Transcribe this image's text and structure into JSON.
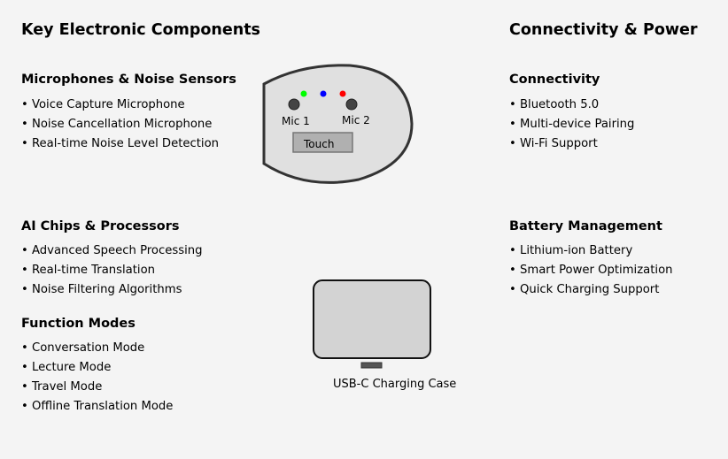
{
  "left": {
    "title": "Key Electronic Components",
    "sections": [
      {
        "heading": "Microphones & Noise Sensors",
        "items": [
          "Voice Capture Microphone",
          "Noise Cancellation Microphone",
          "Real-time Noise Level Detection"
        ]
      },
      {
        "heading": "AI Chips & Processors",
        "items": [
          "Advanced Speech Processing",
          "Real-time Translation",
          "Noise Filtering Algorithms"
        ]
      },
      {
        "heading": "Function Modes",
        "items": [
          "Conversation Mode",
          "Lecture Mode",
          "Travel Mode",
          "Offline Translation Mode"
        ]
      }
    ]
  },
  "right": {
    "title": "Connectivity & Power",
    "sections": [
      {
        "heading": "Connectivity",
        "items": [
          "Bluetooth 5.0",
          "Multi-device Pairing",
          "Wi-Fi Support"
        ]
      },
      {
        "heading": "Battery Management",
        "items": [
          "Lithium-ion Battery",
          "Smart Power Optimization",
          "Quick Charging Support"
        ]
      }
    ]
  },
  "earbud": {
    "mic1": "Mic 1",
    "mic2": "Mic 2",
    "touch": "Touch",
    "led_colors": [
      "#00ff00",
      "#0000ff",
      "#ff0000"
    ]
  },
  "case": {
    "label": "USB-C Charging Case"
  }
}
